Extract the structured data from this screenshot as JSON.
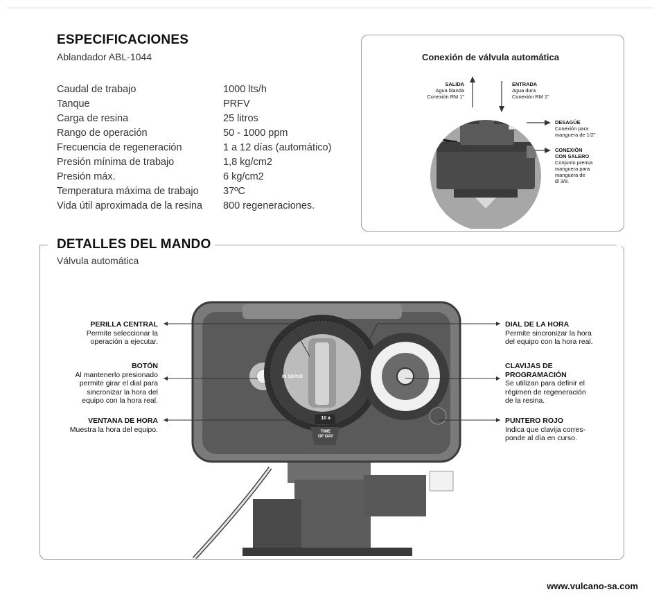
{
  "specs": {
    "title": "ESPECIFICACIONES",
    "subtitle": "Ablandador ABL-1044",
    "rows": [
      {
        "label": "Caudal de trabajo",
        "value": "1000 lts/h"
      },
      {
        "label": "Tanque",
        "value": "PRFV"
      },
      {
        "label": "Carga de resina",
        "value": "25 litros"
      },
      {
        "label": "Rango de operación",
        "value": "50 - 1000 ppm"
      },
      {
        "label": "Frecuencia de regeneración",
        "value": "1 a 12 días (automático)"
      },
      {
        "label": "Presión mínima de trabajo",
        "value": "1,8 kg/cm2"
      },
      {
        "label": "Presión máx.",
        "value": "6 kg/cm2"
      },
      {
        "label": "Temperatura máxima de trabajo",
        "value": "37ºC"
      },
      {
        "label": "Vida útil aproximada de la resina",
        "value": "800 regeneraciones."
      }
    ]
  },
  "connection": {
    "title": "Conexión de válvula automática",
    "salida": {
      "title": "SALIDA",
      "line1": "Agua blanda",
      "line2": "Conexión RM 1\""
    },
    "entrada": {
      "title": "ENTRADA",
      "line1": "Agua dura",
      "line2": "Conexión RM 1\""
    },
    "desague": {
      "title": "DESAGÜE",
      "line1": "Conexión para",
      "line2": "manguera de 1/2\""
    },
    "salero": {
      "title1": "CONEXIÓN",
      "title2": "CON SALERO",
      "line1": "Conjunto prensa",
      "line2": "manguera para",
      "line3": "manguera de",
      "line4": "Ø 3/8."
    }
  },
  "details": {
    "title": "DETALLES DEL MANDO",
    "subtitle": "Válvula automática",
    "perilla": {
      "title": "PERILLA CENTRAL",
      "line1": "Permite seleccionar la",
      "line2": "operación a ejecutar."
    },
    "boton": {
      "title": "BOTÓN",
      "line1": "Al mantenerlo presionado",
      "line2": "permite girar el dial para",
      "line3": "sincronizar la hora del",
      "line4": "equipo con la hora real."
    },
    "ventana": {
      "title": "VENTANA DE HORA",
      "line1": "Muestra la hora del equipo."
    },
    "dial": {
      "title": "DIAL DE LA HORA",
      "line1": "Permite sincronizar la hora",
      "line2": "del equipo con la hora real."
    },
    "clavijas": {
      "title1": "CLAVIJAS DE",
      "title2": "PROGRAMACIÓN",
      "line1": "Se utilizan para definir el",
      "line2": "régimen de regeneración",
      "line3": "de la resina."
    },
    "puntero": {
      "title": "PUNTERO ROJO",
      "line1": "Indica que clavija corres-",
      "line2": "ponde al día en curso."
    },
    "device": {
      "in_serve": "IN SERVE",
      "time_value": "10 a",
      "time_l1": "TIME",
      "time_l2": "OF DAY"
    }
  },
  "footer": {
    "url": "www.vulcano-sa.com"
  }
}
